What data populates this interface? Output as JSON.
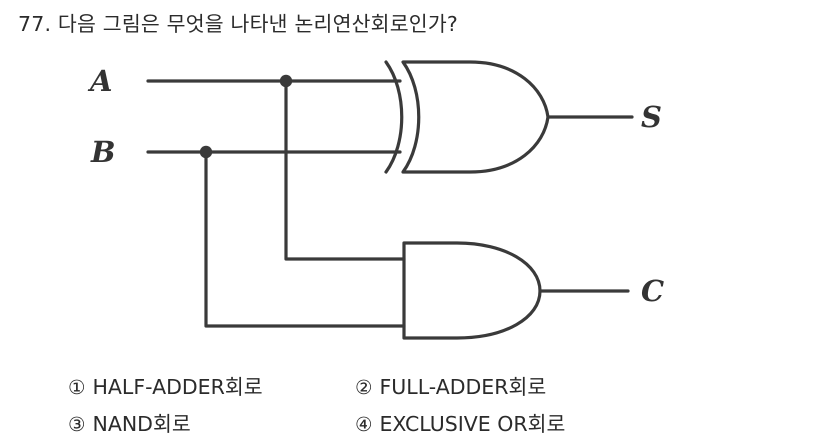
{
  "question": {
    "number": "77.",
    "text": "77. 다음 그림은 무엇을 나타낸 논리연산회로인가?"
  },
  "circuit": {
    "inputs": [
      {
        "label": "A",
        "name": "input-a"
      },
      {
        "label": "B",
        "name": "input-b"
      }
    ],
    "outputs": [
      {
        "label": "S",
        "name": "output-s"
      },
      {
        "label": "C",
        "name": "output-c"
      }
    ],
    "gates": [
      {
        "type": "XOR",
        "output": "S"
      },
      {
        "type": "AND",
        "output": "C"
      }
    ],
    "line_color": "#3a3a3a",
    "background": "#ffffff"
  },
  "options": [
    {
      "marker": "①",
      "text": "HALF-ADDER회로"
    },
    {
      "marker": "②",
      "text": "FULL-ADDER회로"
    },
    {
      "marker": "③",
      "text": "NAND회로"
    },
    {
      "marker": "④",
      "text": "EXCLUSIVE OR회로"
    }
  ]
}
